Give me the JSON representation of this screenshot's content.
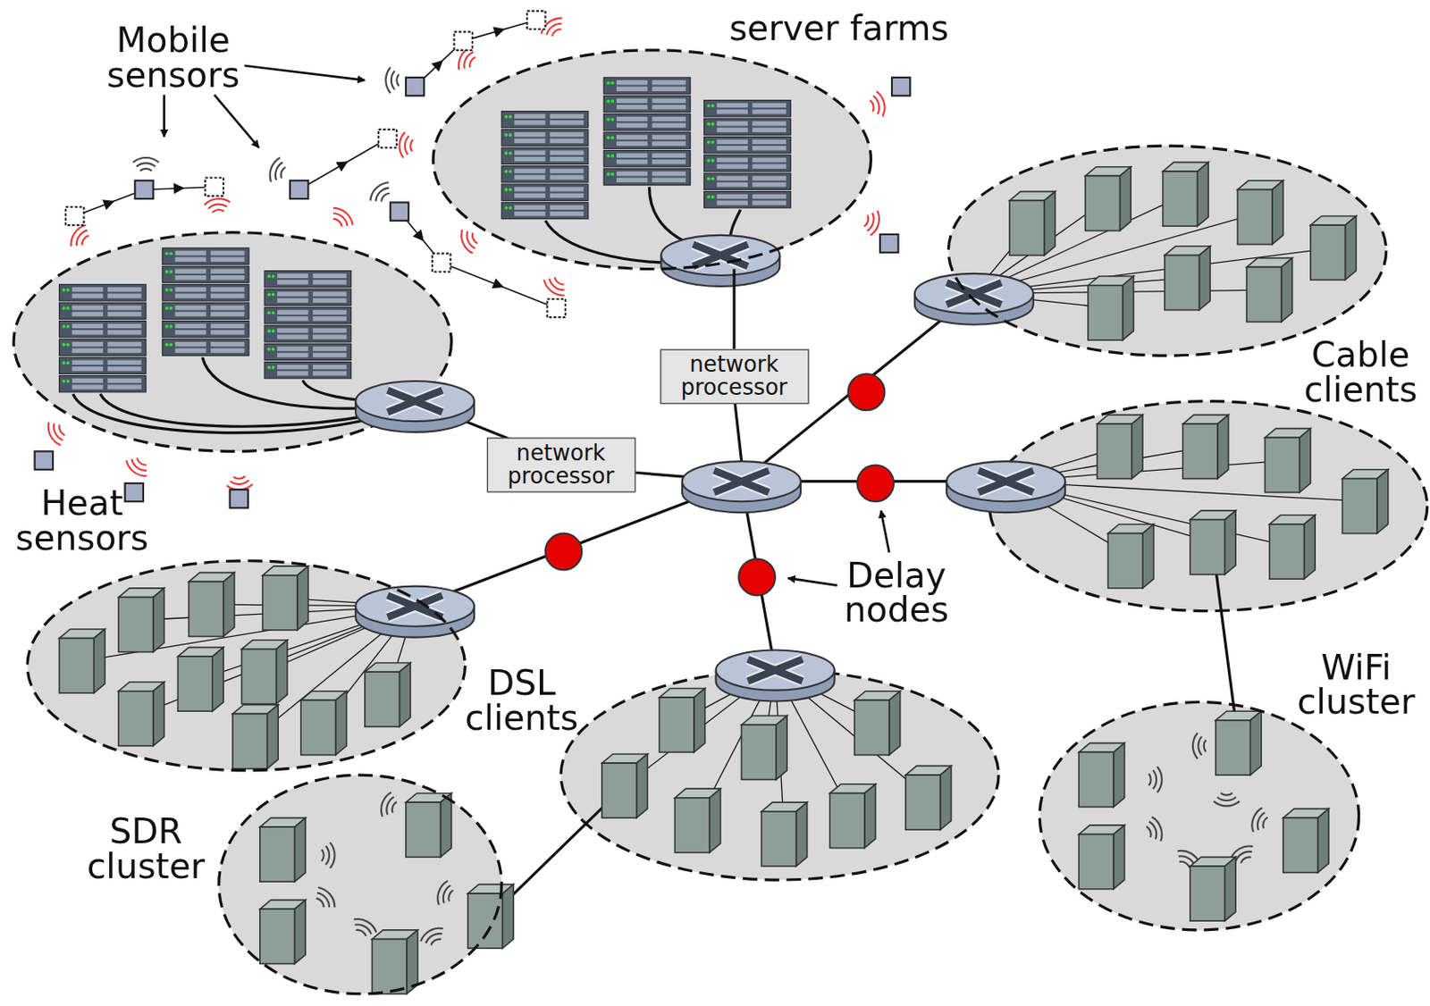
{
  "diagram": {
    "nodes": [
      {
        "text": [
          "server farms"
        ]
      },
      {
        "text": [
          "network processor"
        ]
      },
      {
        "text": [
          "network processor"
        ]
      },
      {
        "text": [
          "Cable clients"
        ]
      },
      {
        "text": [
          "WiFi cluster"
        ]
      },
      {
        "text": [
          "DSL clients"
        ]
      },
      {
        "text": [
          "SDR cluster"
        ]
      }
    ],
    "edges": [
      {
        "from": 0,
        "to": 1,
        "arrow": "none"
      }
    ],
    "labels": [
      "Mobile sensors",
      "Heat sensors",
      "Delay nodes"
    ]
  }
}
